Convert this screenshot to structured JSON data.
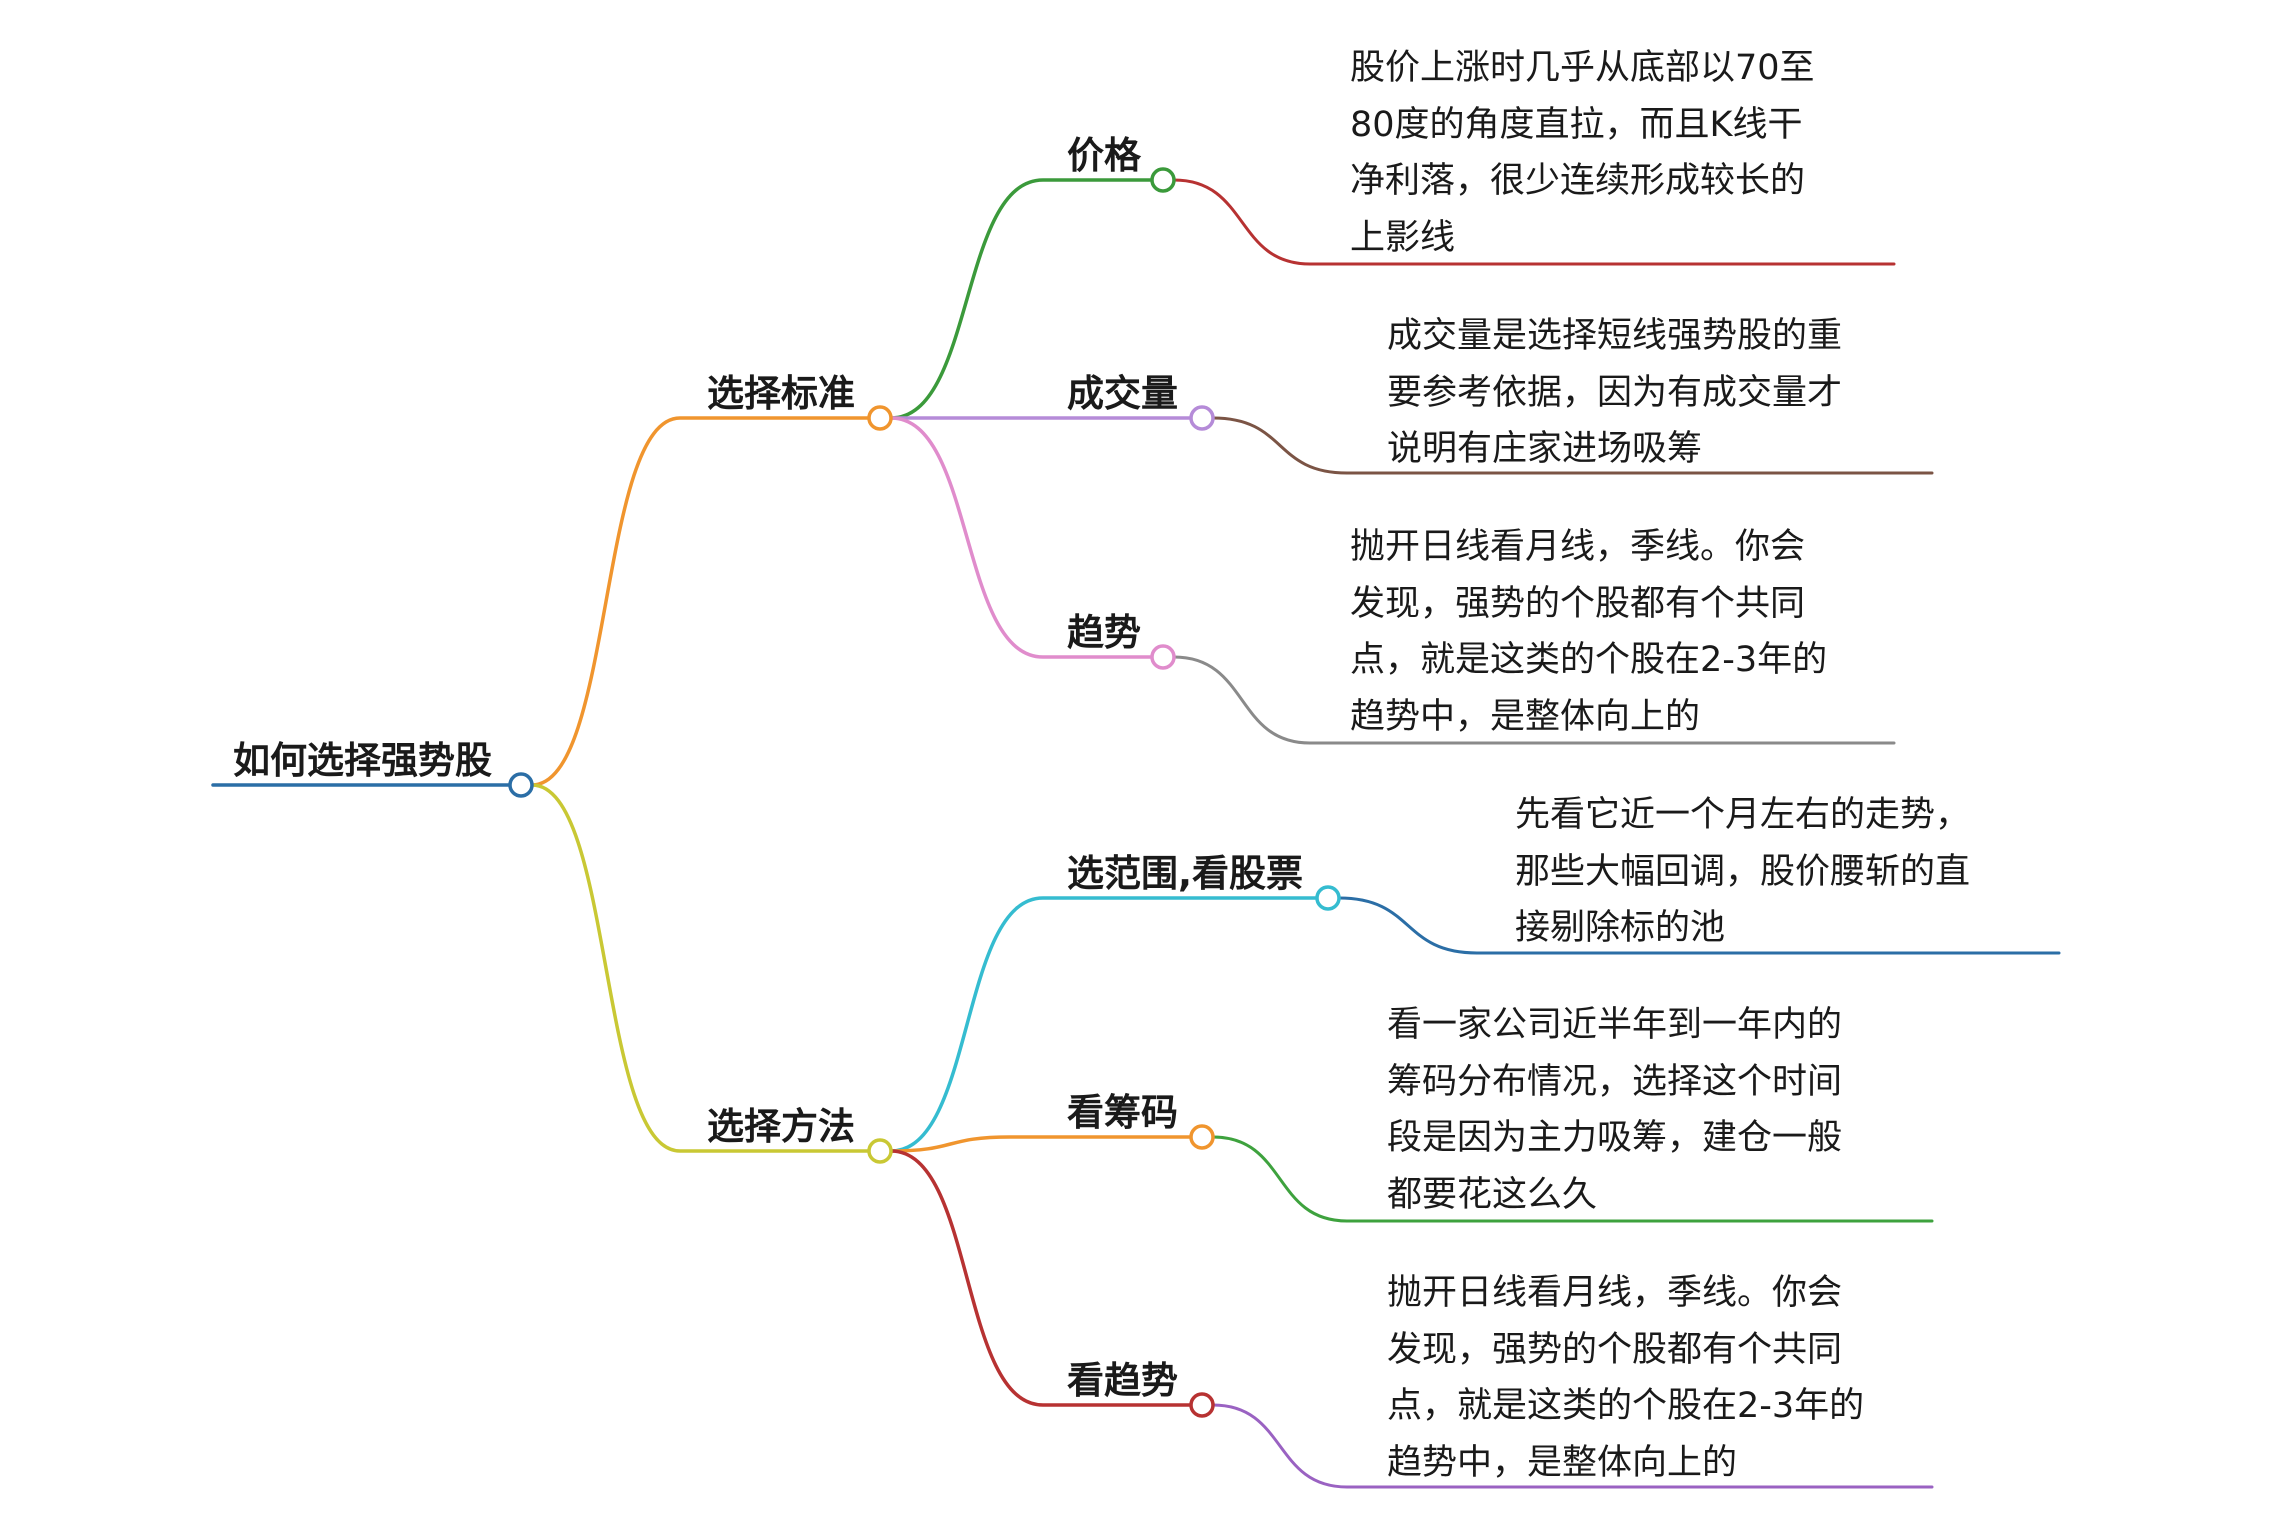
{
  "root": {
    "label": "如何选择强势股",
    "color": "#2b6ea6"
  },
  "branches": [
    {
      "label": "选择标准",
      "color": "#f0952e",
      "children": [
        {
          "label": "价格",
          "color": "#3b9a3b",
          "leafColor": "#b73232",
          "text": [
            "股价上涨时几乎从底部以70至",
            "80度的角度直拉，而且K线干",
            "净利落，很少连续形成较长的",
            "上影线"
          ]
        },
        {
          "label": "成交量",
          "color": "#b58bd8",
          "leafColor": "#7b5445",
          "text": [
            "成交量是选择短线强势股的重",
            "要参考依据，因为有成交量才",
            "说明有庄家进场吸筹"
          ]
        },
        {
          "label": "趋势",
          "color": "#e08ccc",
          "leafColor": "#8a8a8a",
          "text": [
            "抛开日线看月线，季线。你会",
            "发现，强势的个股都有个共同",
            "点，就是这类的个股在2-3年的",
            "趋势中，是整体向上的"
          ]
        }
      ]
    },
    {
      "label": "选择方法",
      "color": "#c9c834",
      "children": [
        {
          "label": "选范围,看股票",
          "color": "#35bcd0",
          "leafColor": "#2b6ea6",
          "text": [
            "先看它近一个月左右的走势，",
            "那些大幅回调，股价腰斩的直",
            "接剔除标的池"
          ]
        },
        {
          "label": "看筹码",
          "color": "#f0952e",
          "leafColor": "#3ea23e",
          "text": [
            "看一家公司近半年到一年内的",
            "筹码分布情况，选择这个时间",
            "段是因为主力吸筹，建仓一般",
            "都要花这么久"
          ]
        },
        {
          "label": "看趋势",
          "color": "#b73232",
          "leafColor": "#9a62c2",
          "text": [
            "抛开日线看月线，季线。你会",
            "发现，强势的个股都有个共同",
            "点，就是这类的个股在2-3年的",
            "趋势中，是整体向上的"
          ]
        }
      ]
    }
  ]
}
